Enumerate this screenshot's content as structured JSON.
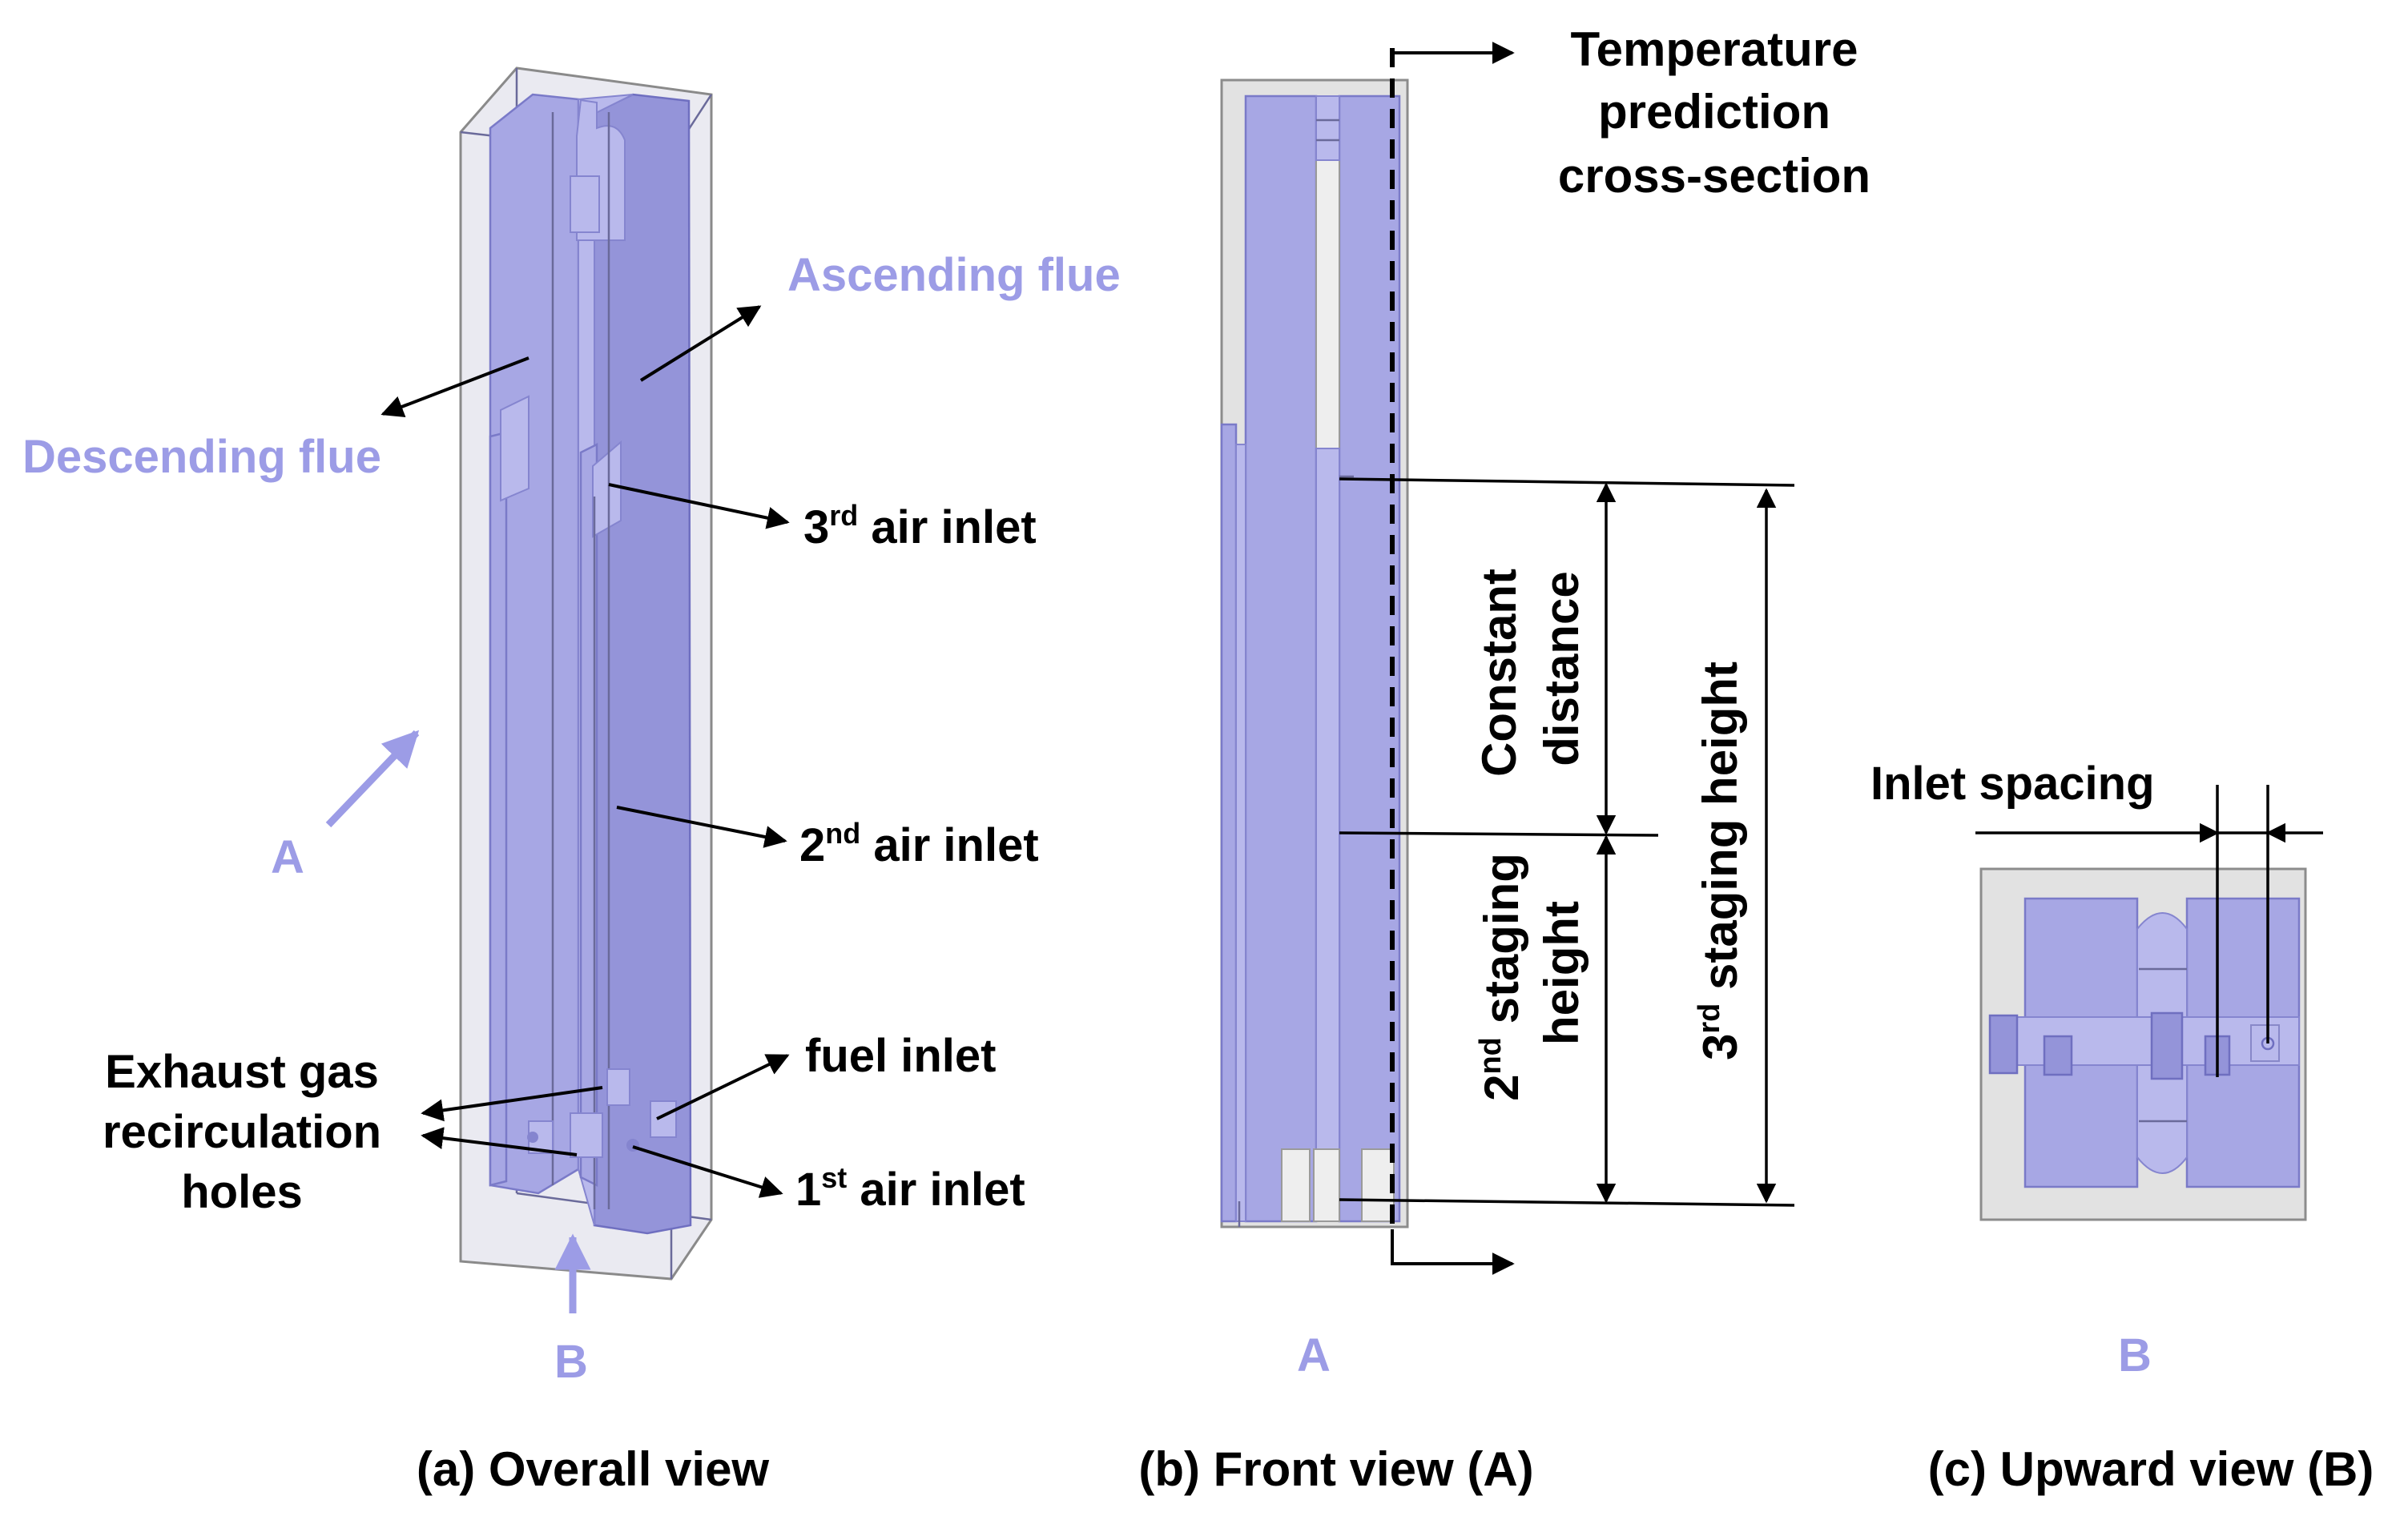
{
  "overall": {
    "caption": "(a) Overall view",
    "ascending": "Ascending flue",
    "descending": "Descending flue",
    "air3": "air inlet",
    "air3_ord": "3",
    "air3_sup": "rd",
    "air2": "air inlet",
    "air2_ord": "2",
    "air2_sup": "nd",
    "air1": "air inlet",
    "air1_ord": "1",
    "air1_sup": "st",
    "fuel": "fuel inlet",
    "egr_l1": "Exhaust gas",
    "egr_l2": "recirculation",
    "egr_l3": "holes",
    "dir_a": "A",
    "dir_b": "B"
  },
  "front": {
    "caption": "(b) Front view (A)",
    "temp_l1": "Temperature",
    "temp_l2": "prediction",
    "temp_l3": "cross-section",
    "const_l1": "Constant",
    "const_l2": "distance",
    "stage2_ord": "2",
    "stage2_sup": "nd",
    "stage2_l1": " staging",
    "stage2_l2": "height",
    "stage3_ord": "3",
    "stage3_sup": "rd",
    "stage3": " staging height",
    "view_letter": "A"
  },
  "upward": {
    "caption": "(c) Upward view (B)",
    "spacing": "Inlet spacing",
    "view_letter": "B"
  },
  "colors": {
    "accent_text": "#9c9ce6",
    "flue_fill": "#a7a7e4",
    "shell_fill": "#e2e2e2"
  }
}
